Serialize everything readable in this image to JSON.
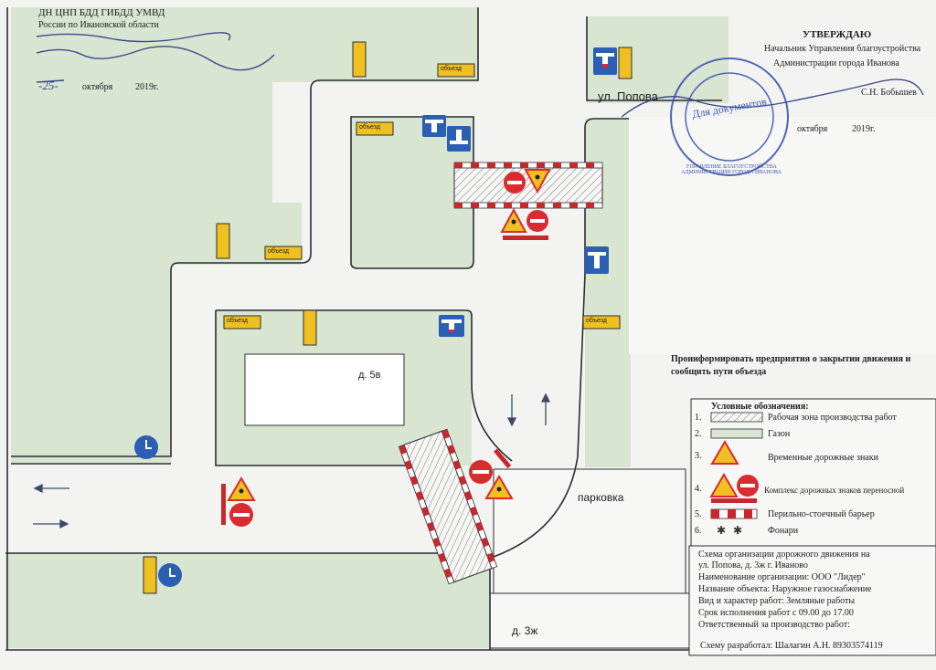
{
  "header_left": {
    "line1": "ДН ЦНП БДД ГИБДД УМВД",
    "line2": "России по Ивановской области",
    "date_day": "-25-",
    "date_month": "октября",
    "date_year": "2019г."
  },
  "approval": {
    "title": "УТВЕРЖДАЮ",
    "position_line1": "Начальник Управления благоустройства",
    "position_line2": "Администрации города Иванова",
    "name": "С.Н. Бобышев",
    "date_month": "октября",
    "date_year": "2019г.",
    "stamp_text": "Для документов",
    "stamp_ring": "УПРАВЛЕНИЕ БЛАГОУСТРОЙСТВА АДМИНИСТРАЦИИ ГОРОДА ИВАНОВА"
  },
  "map": {
    "street_label": "ул. Попова",
    "building_5v": "д. 5в",
    "building_3zh": "д. 3ж",
    "parking": "парковка",
    "sign_text_detour": "объезд"
  },
  "notice": {
    "line1": "Проинформировать предприятия о закрытии движения и",
    "line2": "сообщить пути объезда"
  },
  "legend": {
    "title": "Условные обозначения:",
    "items": [
      {
        "num": "1.",
        "label": "Рабочая зона производства работ"
      },
      {
        "num": "2.",
        "label": "Газон"
      },
      {
        "num": "3.",
        "label": "Временные дорожные знаки"
      },
      {
        "num": "4.",
        "label": "Комплекс дорожных знаков переносной"
      },
      {
        "num": "5.",
        "label": "Перильно-стоечный барьер"
      },
      {
        "num": "6.",
        "label": "Фонари"
      }
    ]
  },
  "scheme_info": {
    "line1": "Схема организации дорожного движения на",
    "line2": "ул. Попова, д. 3ж г. Иваново",
    "line3": "Наименование организации: ООО \"Лидер\"",
    "line4": "Название объекта: Наружное газоснабжение",
    "line5": "Вид и характер работ: Земляные работы",
    "line6": "Срок исполнения работ с 09.00 до 17.00",
    "line7": "Ответственный за производство работ:",
    "developer": "Схему разработал: Шалагин А.Н. 89303574119"
  },
  "colors": {
    "paper": "#f3f4f2",
    "lawn": "#d7e5d1",
    "road_line": "#2b2d33",
    "sign_blue": "#2b5fb3",
    "sign_red": "#d92b30",
    "sign_yellow": "#f0c020",
    "barrier_red": "#c8282b",
    "stamp_blue": "#3b55b5"
  }
}
